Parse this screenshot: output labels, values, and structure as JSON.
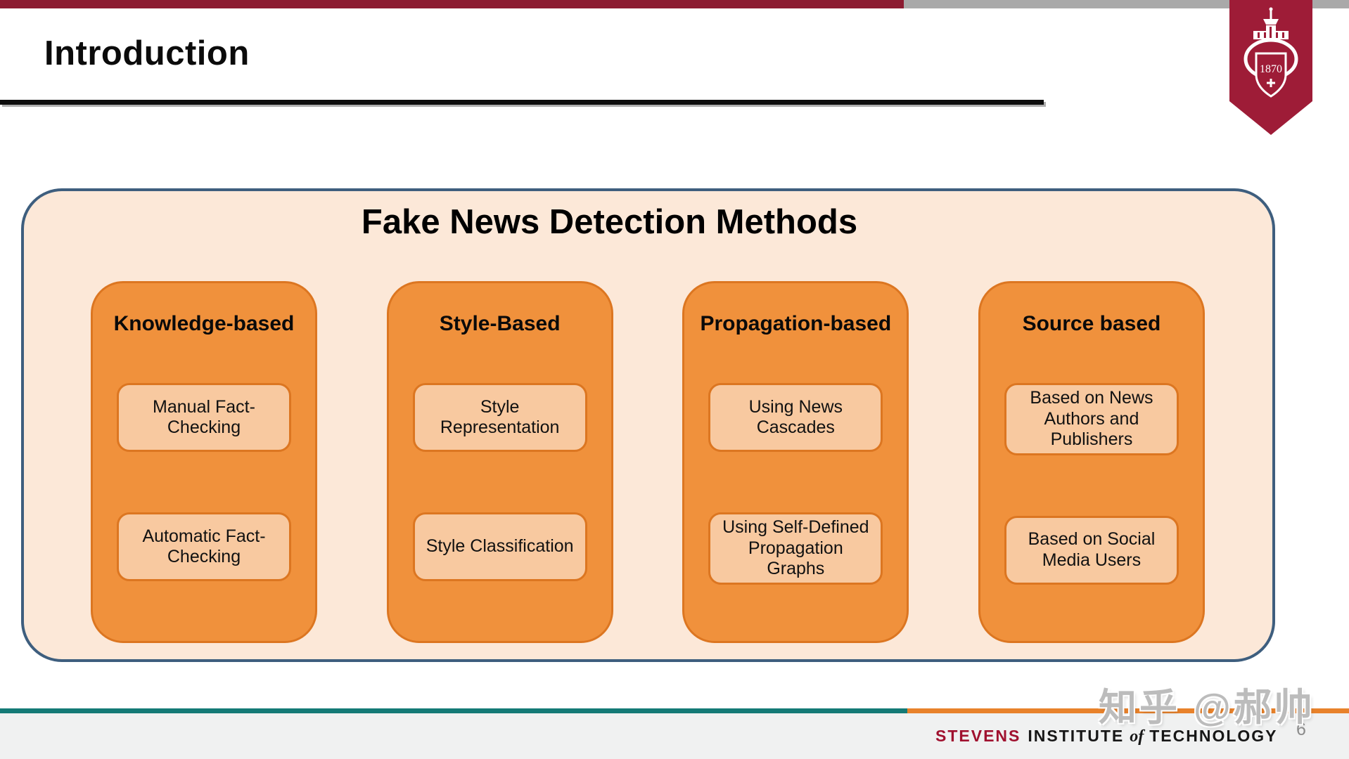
{
  "header": {
    "title": "Introduction"
  },
  "logo": {
    "year": "1870"
  },
  "diagram": {
    "title": "Fake News Detection Methods",
    "columns": [
      {
        "header": "Knowledge-based",
        "items": [
          "Manual Fact-Checking",
          "Automatic Fact-Checking"
        ]
      },
      {
        "header": "Style-Based",
        "items": [
          "Style Representation",
          "Style Classification"
        ]
      },
      {
        "header": "Propagation-based",
        "items": [
          "Using News Cascades",
          "Using Self-Defined Propagation Graphs"
        ]
      },
      {
        "header": "Source based",
        "items": [
          "Based on News Authors and Publishers",
          "Based on Social Media Users"
        ]
      }
    ]
  },
  "footer": {
    "brand": {
      "stevens": "STEVENS",
      "institute": "INSTITUTE",
      "of": "of",
      "technology": "TECHNOLOGY"
    },
    "page_number": "6"
  },
  "watermark": {
    "text": "知乎 @郝帅"
  },
  "colors": {
    "top_bar_maroon": "#8C1B31",
    "top_bar_gray": "#A9A9A9",
    "pennant_crimson": "#9E1C37",
    "panel_fill": "#FCE8D8",
    "panel_border": "#3E5E7E",
    "column_fill": "#F0913C",
    "column_border": "#DC7621",
    "item_fill": "#F8C9A0",
    "footer_teal": "#147A76",
    "footer_orange": "#E8822B",
    "stevens_maroon": "#A0112F",
    "footer_background": "#F0F1F1"
  }
}
